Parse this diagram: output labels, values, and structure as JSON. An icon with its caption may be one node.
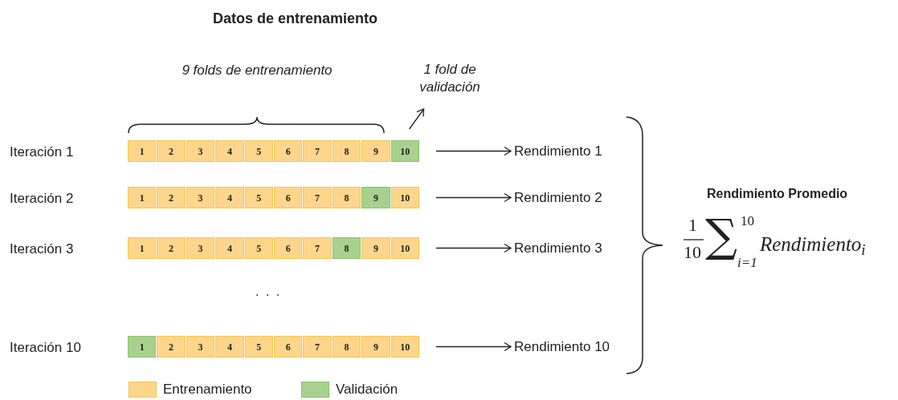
{
  "diagram": {
    "title": "Datos de entrenamiento",
    "nodes": [
      {
        "text": [
          "1 fold de validación"
        ]
      },
      {
        "text": [],
        "shape": "bar"
      },
      {
        "text": [
          "1"
        ],
        "in": 1
      },
      {
        "text": [
          "2"
        ],
        "in": 1
      },
      {
        "text": [
          "3"
        ],
        "in": 1
      },
      {
        "text": [
          "4"
        ],
        "in": 1
      },
      {
        "text": [
          "5"
        ],
        "in": 1
      },
      {
        "text": [
          "6"
        ],
        "in": 1
      },
      {
        "text": [
          "7"
        ],
        "in": 1
      },
      {
        "text": [
          "8"
        ],
        "in": 1
      },
      {
        "text": [
          "9"
        ],
        "in": 1
      },
      {
        "text": [
          "10"
        ],
        "in": 1
      },
      {
        "text": [
          "Rendimiento 1"
        ]
      },
      {
        "text": [],
        "shape": "bar"
      },
      {
        "text": [
          "1"
        ],
        "in": 13
      },
      {
        "text": [
          "2"
        ],
        "in": 13
      },
      {
        "text": [
          "3"
        ],
        "in": 13
      },
      {
        "text": [
          "4"
        ],
        "in": 13
      },
      {
        "text": [
          "5"
        ],
        "in": 13
      },
      {
        "text": [
          "6"
        ],
        "in": 13
      },
      {
        "text": [
          "7"
        ],
        "in": 13
      },
      {
        "text": [
          "8"
        ],
        "in": 13
      },
      {
        "text": [
          "9"
        ],
        "in": 13
      },
      {
        "text": [
          "10"
        ],
        "in": 13
      },
      {
        "text": [
          "Rendimiento 2"
        ]
      },
      {
        "text": [],
        "shape": "bar"
      },
      {
        "text": [
          "1"
        ],
        "in": 25
      },
      {
        "text": [
          "2"
        ],
        "in": 25
      },
      {
        "text": [
          "3"
        ],
        "in": 25
      },
      {
        "text": [
          "4"
        ],
        "in": 25
      },
      {
        "text": [
          "5"
        ],
        "in": 25
      },
      {
        "text": [
          "6"
        ],
        "in": 25
      },
      {
        "text": [
          "7"
        ],
        "in": 25
      },
      {
        "text": [
          "8"
        ],
        "in": 25
      },
      {
        "text": [
          "9"
        ],
        "in": 25
      },
      {
        "text": [
          "10"
        ],
        "in": 25
      },
      {
        "text": [
          "Rendimiento 3"
        ]
      },
      {
        "text": [],
        "shape": "bar"
      },
      {
        "text": [
          "1"
        ],
        "in": 37
      },
      {
        "text": [
          "2"
        ],
        "in": 37
      },
      {
        "text": [
          "3"
        ],
        "in": 37
      },
      {
        "text": [
          "4"
        ],
        "in": 37
      },
      {
        "text": [
          "5"
        ],
        "in": 37
      },
      {
        "text": [
          "6"
        ],
        "in": 37
      },
      {
        "text": [
          "7"
        ],
        "in": 37
      },
      {
        "text": [
          "8"
        ],
        "in": 37
      },
      {
        "text": [
          "9"
        ],
        "in": 37
      },
      {
        "text": [
          "10"
        ],
        "in": 37
      },
      {
        "text": [
          "Rendimiento 10"
        ]
      }
    ],
    "edges": [
      {
        "from": 11,
        "to": 0,
        "arrow": "to"
      },
      {
        "from": 1,
        "to": 12,
        "arrow": "to"
      },
      {
        "from": 13,
        "to": 24,
        "arrow": "to"
      },
      {
        "from": 25,
        "to": 36,
        "arrow": "to"
      },
      {
        "from": 37,
        "to": 48,
        "arrow": "to"
      }
    ],
    "labels": [
      "9 folds de entrenamiento",
      "Iteración 1",
      "Iteración 2",
      "Iteración 3",
      ". . .",
      "Iteración 10",
      "Rendimiento Promedio",
      "1",
      "10",
      "∑",
      "10",
      "i=1",
      "Rendimiento$_{i}$"
    ],
    "legend": [
      {
        "text": "Entrenamiento",
        "color": "#fdd68b"
      },
      {
        "text": "Validación",
        "color": "#a9d18e"
      }
    ]
  }
}
